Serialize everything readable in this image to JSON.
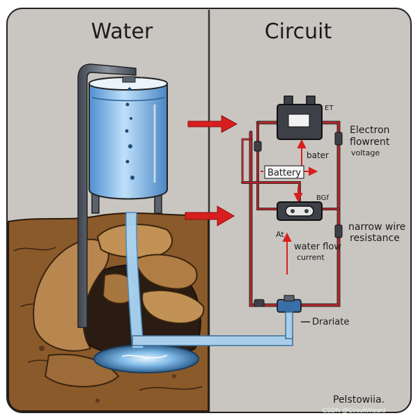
{
  "panels": {
    "left_title": "Water",
    "right_title": "Circuit"
  },
  "labels": {
    "electron": "Electron",
    "flowrent": "flowrent",
    "voltage": "voltage",
    "bater": "bater",
    "battery": "Battery",
    "bgf": "BGf",
    "narrow_wire": "narrow wire",
    "resistance": "resistance",
    "at": "At",
    "water_flow": "water flow",
    "current": "current",
    "drariate": "Drariate",
    "et": "ET",
    "signature": "Pelstowiia.",
    "watermark": "CSDN @CircuitWizard"
  },
  "colors": {
    "panel_bg": "#c9c6c1",
    "water": "#7fb9e6",
    "dirt": "#8a5a2b",
    "rock": "#b8874f",
    "wire": "#b4262a",
    "arrow": "#d81e1e",
    "component": "#3e4048"
  }
}
